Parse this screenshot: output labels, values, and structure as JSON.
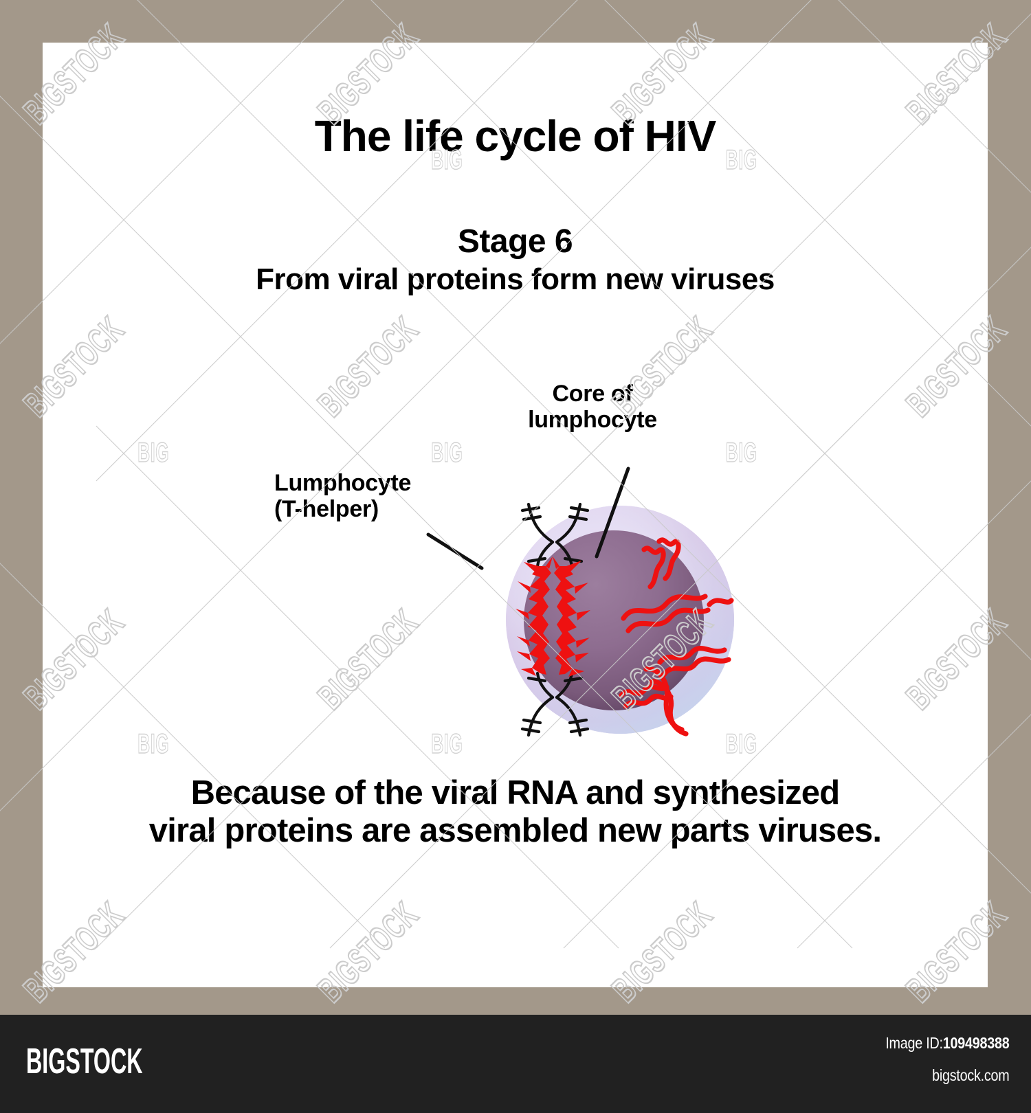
{
  "canvas": {
    "title": "The life cycle of HIV",
    "stage_label": "Stage 6",
    "stage_subtitle": "From viral proteins  form new viruses",
    "footnote_line1": "Because  of the viral RNA and synthesized",
    "footnote_line2": "viral  proteins are assembled new parts viruses."
  },
  "callouts": {
    "lymphocyte_line1": "Lumphocyte",
    "lymphocyte_line2": "(T-helper)",
    "core_line1": "Core of",
    "core_line2": "lumphocyte"
  },
  "diagram": {
    "outer_membrane_label": "lymphocyte-membrane",
    "core_label": "lymphocyte-core",
    "dna_label": "host-dna-strand",
    "viral_rna_label": "viral-rna-strand",
    "colors": {
      "membrane_outer": "#d9d3ef",
      "membrane_inner": "#cdb2de",
      "core_light": "#9d7d9e",
      "core_dark": "#6f4f6e",
      "viral_rna": "#ee1111",
      "dna": "#111111"
    }
  },
  "frame": {
    "matte_color": "#a3988a",
    "canvas_color": "#ffffff"
  },
  "watermark": {
    "small_text": "BIG",
    "diagonal_text": "BIGSTOCK"
  },
  "footer": {
    "logo": "BIGSTOCK",
    "image_id_label": "Image ID:",
    "image_id_value": "109498388",
    "site": "bigstock.com",
    "bar_color": "#212121"
  }
}
